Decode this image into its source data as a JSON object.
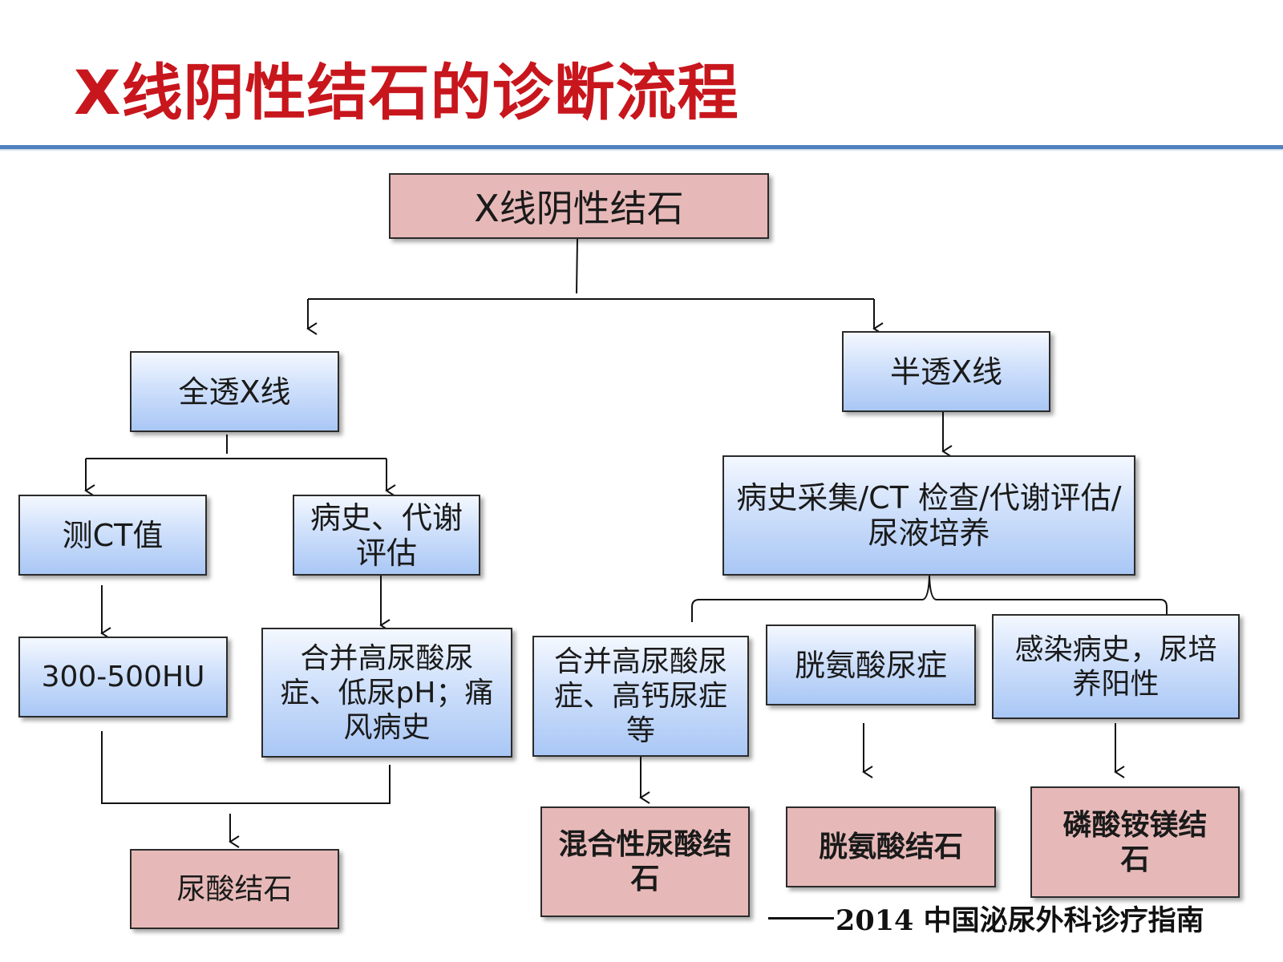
{
  "title": "X线阴性结石的诊断流程",
  "colors": {
    "title": "#c8161d",
    "rule": "#4f81bd",
    "box_blue": "#cfe0fb",
    "box_pink": "#e6b9b8"
  },
  "nodes": {
    "root": "X线阴性结石",
    "full_xray": "全透X线",
    "semi_xray": "半透X线",
    "measure_ct": "测CT值",
    "history_metabolic": "病史、代谢评估",
    "hu_range": "300-500HU",
    "hyperuricosuria_low_ph": "合并高尿酸尿症、低尿pH；痛风病史",
    "workup": "病史采集/CT 检查/代谢评估/尿液培养",
    "hyperuricosuria_hypercalciuria": "合并高尿酸尿症、高钙尿症等",
    "cystinuria": "胱氨酸尿症",
    "infection_history": "感染病史，尿培养阳性",
    "uric_acid_stone": "尿酸结石",
    "mixed_uric_acid_stone": "混合性尿酸结石",
    "cystine_stone": "胱氨酸结石",
    "struvite_stone": "磷酸铵镁结石"
  },
  "footer": {
    "source": "2014 中国泌尿外科诊疗指南"
  }
}
